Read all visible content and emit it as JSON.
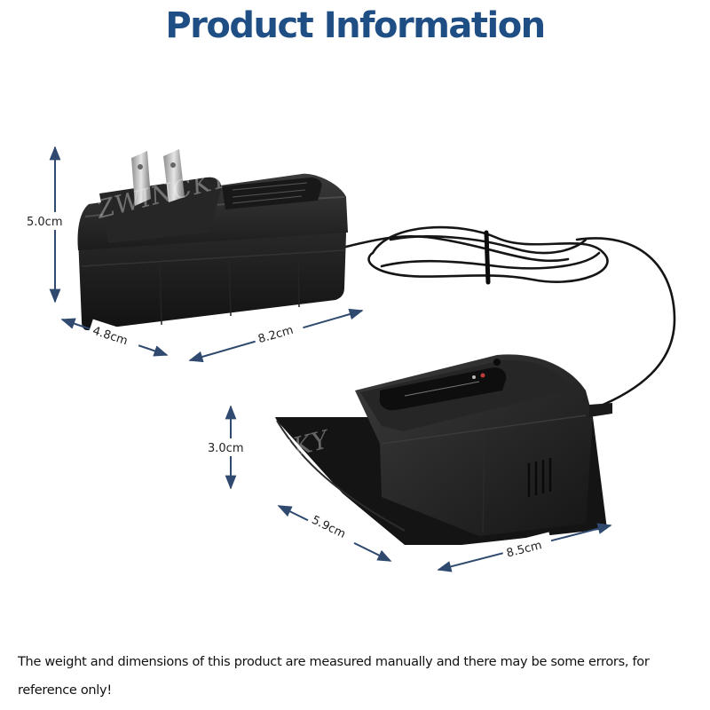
{
  "title": "Product Information",
  "watermark": "ZWINCKY",
  "adapter": {
    "height": "5.0cm",
    "depth": "4.8cm",
    "width": "8.2cm"
  },
  "dock": {
    "height": "3.0cm",
    "depth": "5.9cm",
    "width": "8.5cm"
  },
  "note": "The weight and dimensions of this product are measured manually and there may be some errors, for reference only!",
  "colors": {
    "title": "#1f4e85",
    "arrow": "#2f4a6e",
    "body": "#1e1e1e"
  }
}
